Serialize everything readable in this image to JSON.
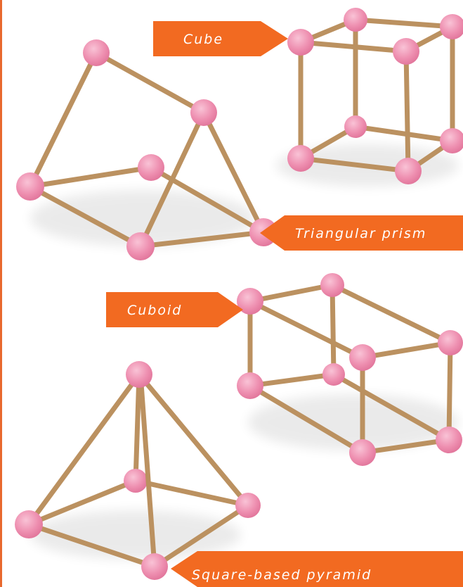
{
  "labels": {
    "cube": "Cube",
    "triangular_prism": "Triangular prism",
    "cuboid": "Cuboid",
    "square_pyramid": "Square-based pyramid"
  },
  "colors": {
    "label_bg": "#f26a21",
    "stick": "#bb9160",
    "ball": "#ee8fb0",
    "ball_highlight": "#f7b9cf",
    "border": "#e8692e"
  }
}
